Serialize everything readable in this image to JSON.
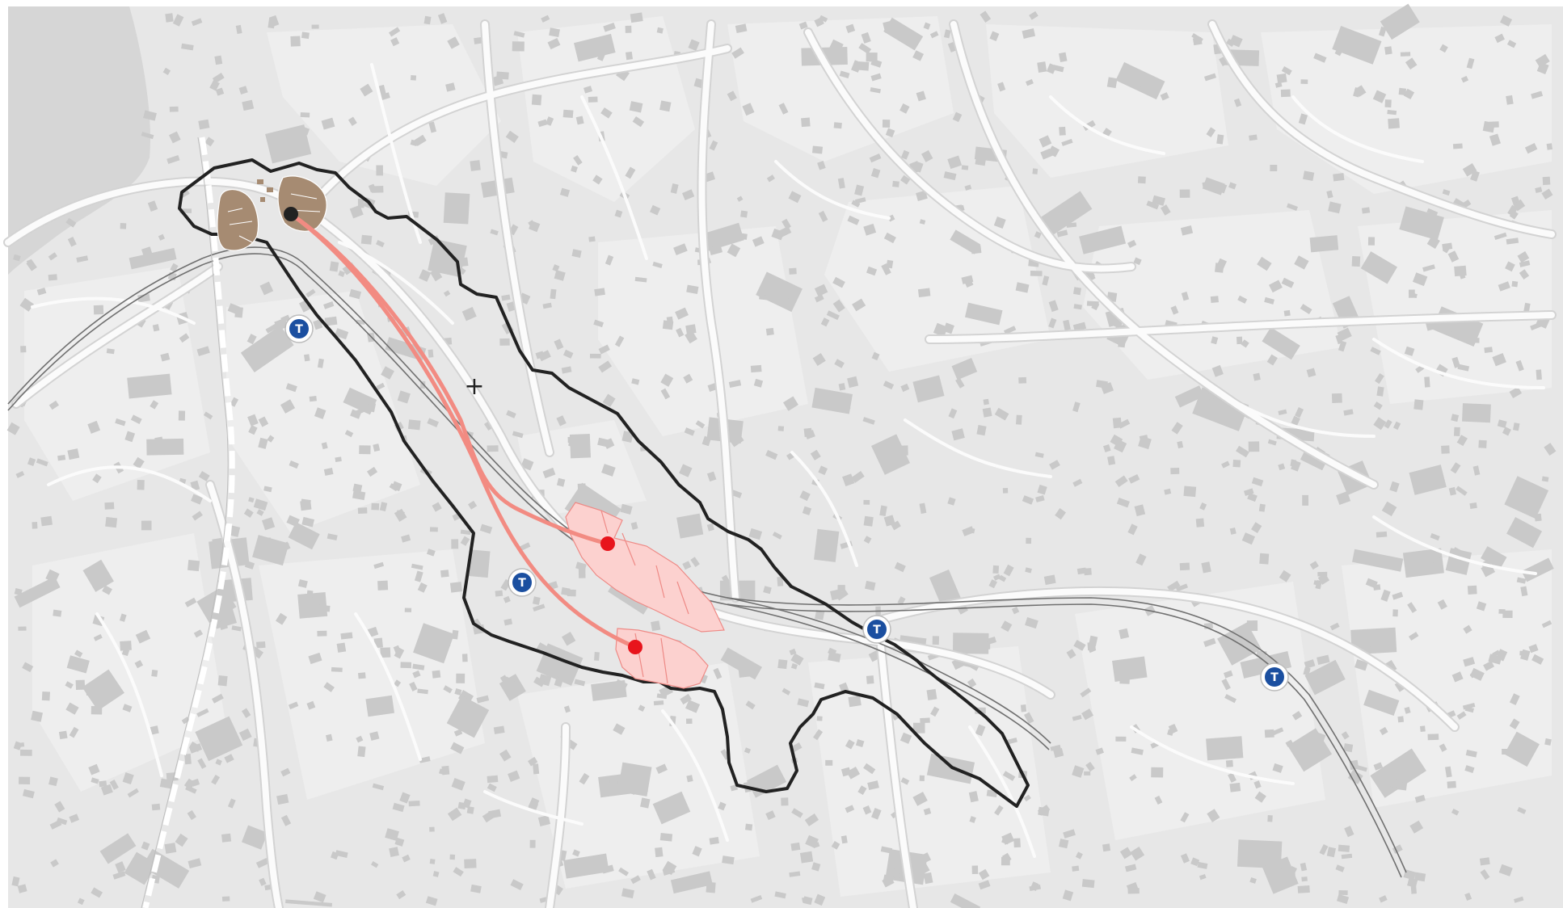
{
  "map": {
    "colors": {
      "background": "#e7e7e7",
      "water": "#d6d6d6",
      "block": "#eeeeee",
      "building": "#c9c9c9",
      "road": "#fbfbfb",
      "road_casing": "#d3d3d3",
      "rail": "#707070",
      "boundary": "#222222",
      "route": "#f28b82",
      "origin_zone": "#a68b72",
      "target_zone": "#fcd1cf",
      "target_zone_stroke": "#ee8a86",
      "origin_point": "#222222",
      "target_point": "#e8141c",
      "metro_badge": "#1b4fa0"
    },
    "metro_stations": [
      {
        "label": "T"
      },
      {
        "label": "T"
      },
      {
        "label": "T"
      },
      {
        "label": "T"
      }
    ],
    "markers": {
      "cross": "+",
      "cross_icon": "plus-icon",
      "metro_icon": "metro-station-icon"
    }
  }
}
